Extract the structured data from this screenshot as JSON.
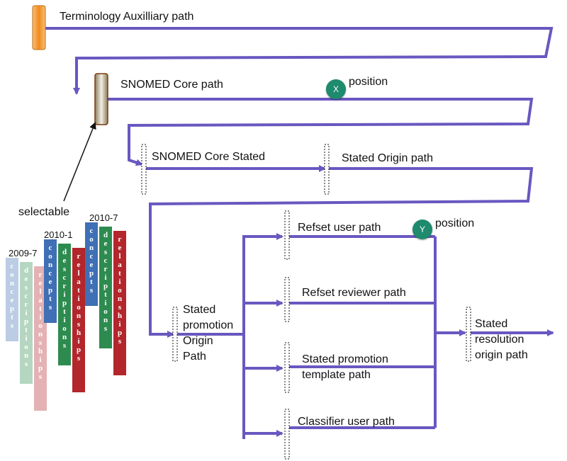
{
  "labels": {
    "terminology_aux": "Terminology Auxilliary path",
    "snomed_core": "SNOMED Core path",
    "snomed_core_stated": "SNOMED Core Stated",
    "stated_origin": "Stated Origin path",
    "stated_promotion_origin": [
      "Stated",
      "promotion",
      "Origin",
      "Path"
    ],
    "refset_user": "Refset user path",
    "refset_reviewer": "Refset reviewer path",
    "stated_promotion_template": [
      "Stated promotion",
      "template path"
    ],
    "classifier_user": "Classifier user path",
    "stated_resolution_origin": [
      "Stated",
      "resolution",
      "origin path"
    ],
    "selectable": "selectable",
    "position": "position"
  },
  "markers": {
    "x": "X",
    "y": "Y"
  },
  "releases": [
    {
      "year": "2009-7",
      "columns": [
        "concepts",
        "descriptions",
        "relationships"
      ]
    },
    {
      "year": "2010-1",
      "columns": [
        "concepts",
        "descriptions",
        "relationships"
      ]
    },
    {
      "year": "2010-7",
      "columns": [
        "concepts",
        "descriptions",
        "relationships"
      ]
    }
  ],
  "colors": {
    "path": "#6a57c0",
    "concepts": "#3f6fb4",
    "descriptions": "#2e8b4f",
    "relationships": "#b3262b",
    "marker": "#1e8a6e",
    "aux_bar": "#f0a040",
    "core_bar": "#cfc7b0"
  }
}
